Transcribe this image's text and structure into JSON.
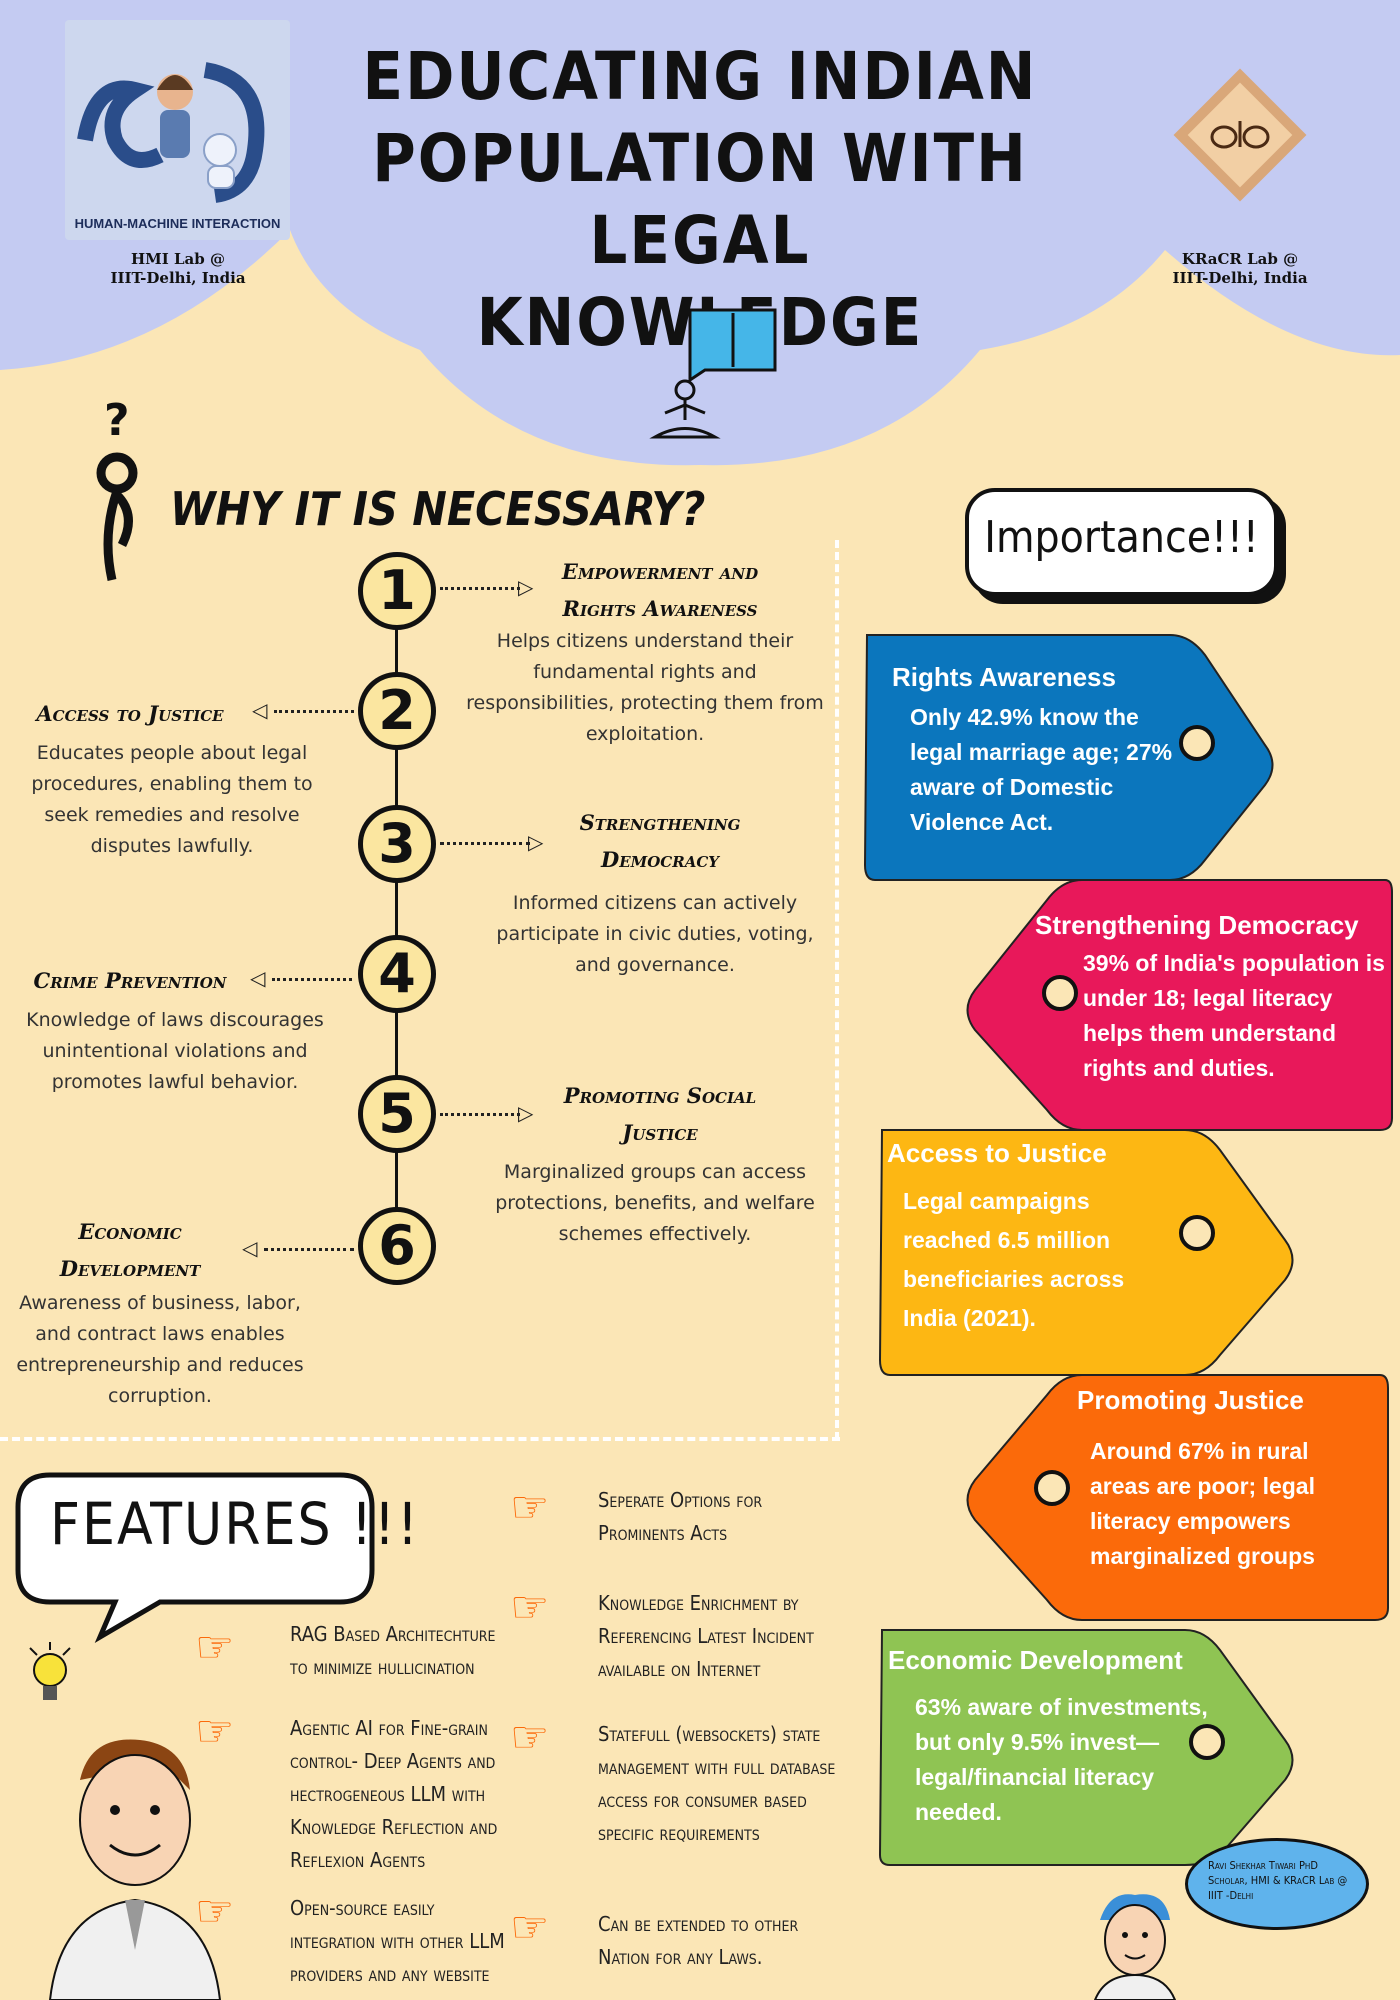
{
  "header": {
    "title_lines": [
      "EDUCATING INDIAN",
      "POPULATION WITH",
      "LEGAL KNOWLEDGE"
    ],
    "left_logo": {
      "caption": "HUMAN-MACHINE INTERACTION",
      "lab_line1": "HMI Lab @",
      "lab_line2": "IIIT-Delhi, India"
    },
    "right_logo": {
      "lab_line1": "KRaCR Lab @",
      "lab_line2": "IIIT-Delhi, India"
    }
  },
  "why": {
    "heading": "WHY  IT IS NECESSARY?",
    "steps": [
      {
        "num": "1",
        "title": "Empowerment and Rights Awareness",
        "desc": "Helps citizens understand their fundamental rights and responsibilities, protecting them from exploitation."
      },
      {
        "num": "2",
        "title": "Access to Justice",
        "desc": "Educates people about legal procedures, enabling them to seek remedies and resolve disputes lawfully."
      },
      {
        "num": "3",
        "title": "Strengthening Democracy",
        "desc": "Informed citizens can actively participate in civic duties, voting, and governance."
      },
      {
        "num": "4",
        "title": "Crime Prevention",
        "desc": "Knowledge of laws discourages unintentional violations and promotes lawful behavior."
      },
      {
        "num": "5",
        "title": "Promoting Social Justice",
        "desc": "Marginalized groups can access protections, benefits, and welfare schemes effectively."
      },
      {
        "num": "6",
        "title": "Economic Development",
        "desc": "Awareness of business, labor, and contract laws enables entrepreneurship and reduces corruption."
      }
    ]
  },
  "importance": {
    "heading": "Importance!!!",
    "tags": [
      {
        "title": "Rights Awareness",
        "text": "Only 42.9% know the legal marriage age; 27% aware of Domestic Violence Act.",
        "color": "#0b76bd"
      },
      {
        "title": "Strengthening Democracy",
        "text": "39% of India's population is under 18; legal literacy helps them understand rights and duties.",
        "color": "#e8185a"
      },
      {
        "title": "Access to Justice",
        "text": "Legal campaigns reached 6.5 million beneficiaries across India (2021).",
        "color": "#fdb713"
      },
      {
        "title": "Promoting Justice",
        "text": "Around 67% in rural areas are poor; legal literacy empowers marginalized groups",
        "color": "#fb6a0a"
      },
      {
        "title": "Economic Development",
        "text": "63% aware of investments, but only 9.5% invest—legal/financial literacy needed.",
        "color": "#8fc453"
      }
    ]
  },
  "features": {
    "heading": "FEATURES !!!",
    "left": [
      "RAG Based Architechture to minimize hullicination",
      "Agentic AI for Fine-grain control- Deep Agents and hectrogeneous LLM with Knowledge Reflection and Reflexion Agents",
      "Open-source easily integration with other LLM providers and any website"
    ],
    "right": [
      "Seperate Options for Prominents Acts",
      "Knowledge Enrichment by Referencing Latest Incident available on Internet",
      "Statefull (websockets) state management with full database access for consumer based specific requirements",
      "Can be extended to other Nation for any Laws."
    ]
  },
  "author": {
    "text": "Ravi Shekhar Tiwari PhD Scholar, HMI & KRaCR Lab @ IIIT -Delhi"
  },
  "colors": {
    "background": "#fbe6b6",
    "header": "#c4cbf2",
    "blue": "#0b76bd",
    "pink": "#e8185a",
    "yellow": "#fdb713",
    "orange": "#fb6a0a",
    "green": "#8fc453"
  }
}
